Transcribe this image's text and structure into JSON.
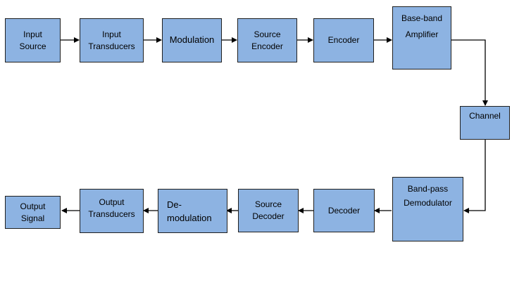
{
  "blocks": {
    "input_source": "Input\nSource",
    "input_transducers": "Input\nTransducers",
    "modulation": "Modulation",
    "source_encoder": "Source\nEncoder",
    "encoder": "Encoder",
    "baseband_amplifier": "Base-band\nAmplifier",
    "channel": "Channel",
    "bandpass_demodulator": "Band-pass\nDemodulator",
    "decoder": "Decoder",
    "source_decoder": "Source\nDecoder",
    "demodulation": "De-\nmodulation",
    "output_transducers": "Output\nTransducers",
    "output_signal": "Output\nSignal"
  },
  "colors": {
    "block_fill": "#8db3e2",
    "block_border": "#1f1f1f",
    "arrow": "#000000"
  }
}
